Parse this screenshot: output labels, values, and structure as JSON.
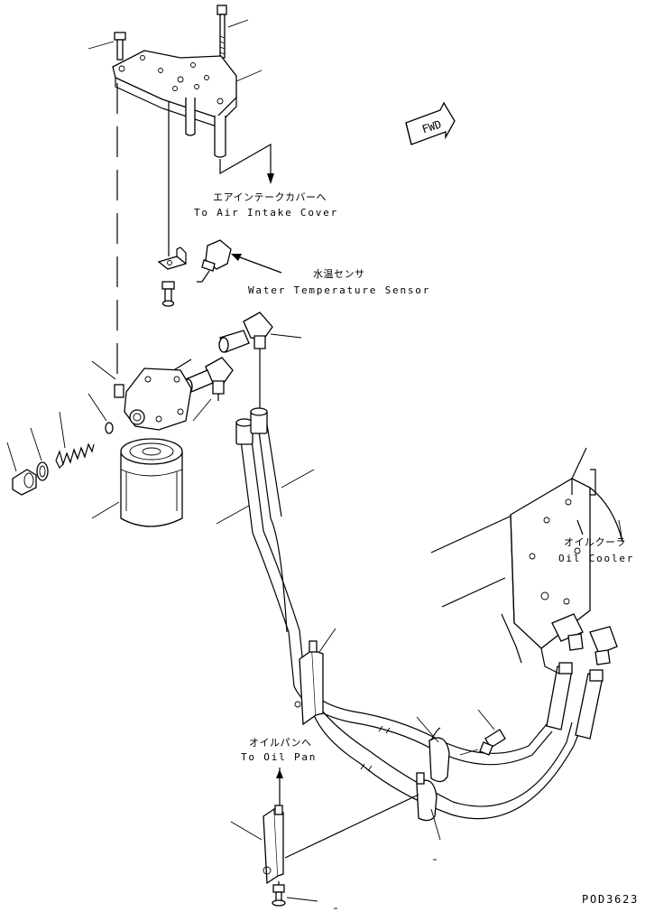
{
  "labels": {
    "air_intake_jp": "エアインテークカバーへ",
    "air_intake_en": "To Air Intake Cover",
    "water_sensor_jp": "水温センサ",
    "water_sensor_en": "Water Temperature Sensor",
    "oil_cooler_jp": "オイルクーラ",
    "oil_cooler_en": "Oil Cooler",
    "oil_pan_jp": "オイルパンへ",
    "oil_pan_en": "To Oil Pan",
    "fwd": "FWD",
    "drawing_code": "POD3623"
  },
  "icons": {
    "fwd_arrow": "fwd-arrow-icon"
  }
}
